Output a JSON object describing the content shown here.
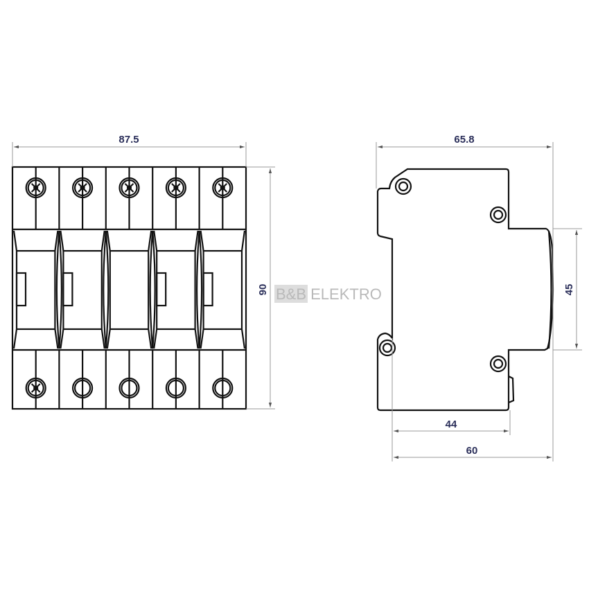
{
  "front_view": {
    "width_label": "87.5",
    "height_label": "90",
    "poles": 5,
    "bottom_screw_poles": [
      1
    ],
    "toggle_poles": [
      1,
      2,
      4,
      5
    ]
  },
  "side_view": {
    "depth_label": "65.8",
    "front_height_label": "45",
    "rail_depth_label": "44",
    "overall_depth_label": "60"
  },
  "watermark": "B&B ELEKTRO",
  "colors": {
    "dimension_text": "#2b2f5a",
    "outline": "#111111",
    "extension": "#9a9a9a"
  }
}
